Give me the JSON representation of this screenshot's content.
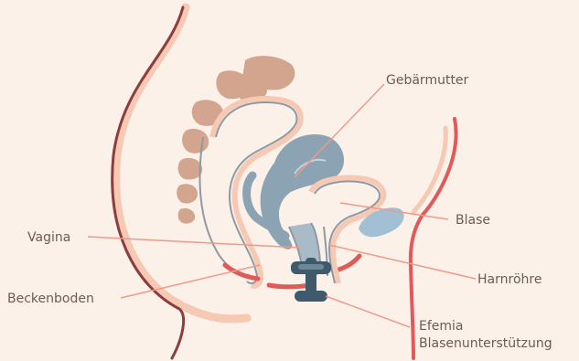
{
  "labels": {
    "uterus": "Gebärmutter",
    "bladder": "Blase",
    "vagina": "Vagina",
    "urethra": "Harnröhre",
    "pelvic_floor": "Beckenboden",
    "device_line1": "Efemia",
    "device_line2": "Blasenunterstützung"
  },
  "colors": {
    "background": "#fcf1e9",
    "leader_line": "#ef9a88",
    "vertebra": "#d3a48e",
    "uterus": "#8ba3b3",
    "bladder": "#a2bfd4",
    "muscle": "#e05a5a",
    "skin_outline": "#8c3e3e",
    "device": "#3f5b6b"
  },
  "icons": {
    "device": "pessary-device-icon"
  }
}
